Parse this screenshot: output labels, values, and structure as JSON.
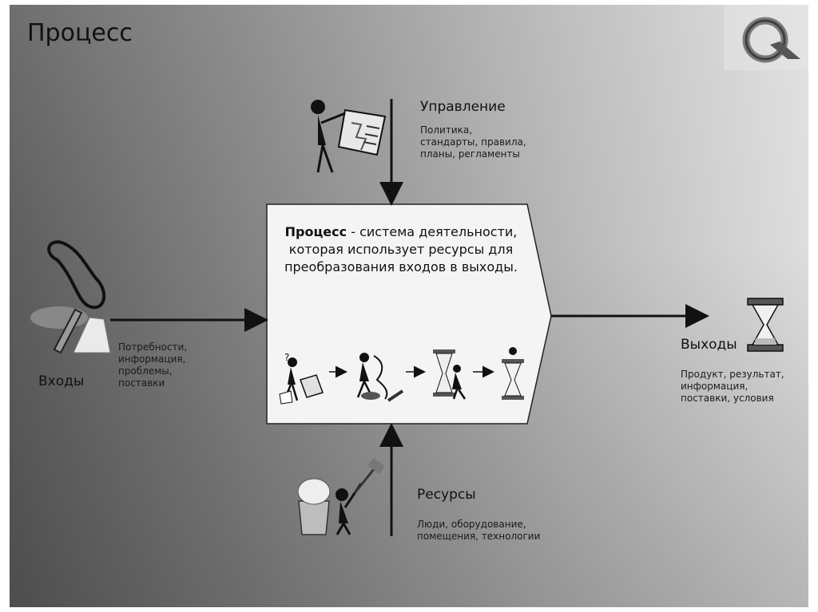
{
  "slide": {
    "title": "Процесс"
  },
  "control": {
    "heading": "Управление",
    "lines": "Политика,\nстандарты, правила,\nпланы, регламенты"
  },
  "inputs": {
    "heading": "Входы",
    "lines": "Потребности,\nинформация,\nпроблемы,\nпоставки"
  },
  "outputs": {
    "heading": "Выходы",
    "lines": "Продукт, результат,\nинформация,\nпоставки, условия"
  },
  "resources": {
    "heading": "Ресурсы",
    "lines": "Люди, оборудование,\nпомещения, технологии"
  },
  "process_box": {
    "term": "Процесс",
    "definition": " - система деятельности, которая использует ресурсы для преобразования входов в выходы."
  },
  "icons": {
    "logo": "q-logo-icon",
    "control": "person-with-document-icon",
    "inputs": "raw-materials-icon",
    "outputs": "hourglass-icon",
    "resources": "worker-with-hammer-icon",
    "steps": [
      "confused-person-icon",
      "person-shaping-icon",
      "person-building-hourglass-icon",
      "finished-hourglass-icon"
    ]
  },
  "colors": {
    "box_fill": "#f4f4f4",
    "arrow": "#111111"
  }
}
